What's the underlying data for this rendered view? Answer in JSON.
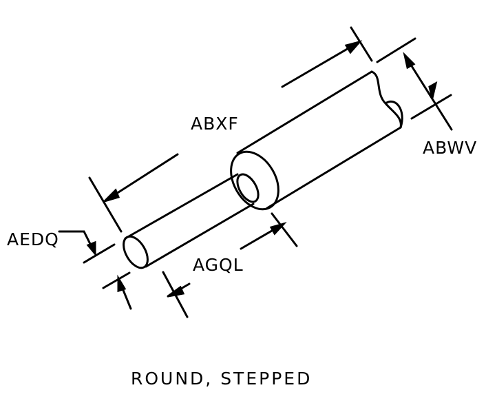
{
  "labels": {
    "overall_length": "ABXF",
    "large_diameter": "ABWV",
    "small_diameter": "AEDQ",
    "small_length": "AGQL"
  },
  "caption": "ROUND, STEPPED",
  "colors": {
    "ink": "#000000",
    "background": "#ffffff"
  }
}
